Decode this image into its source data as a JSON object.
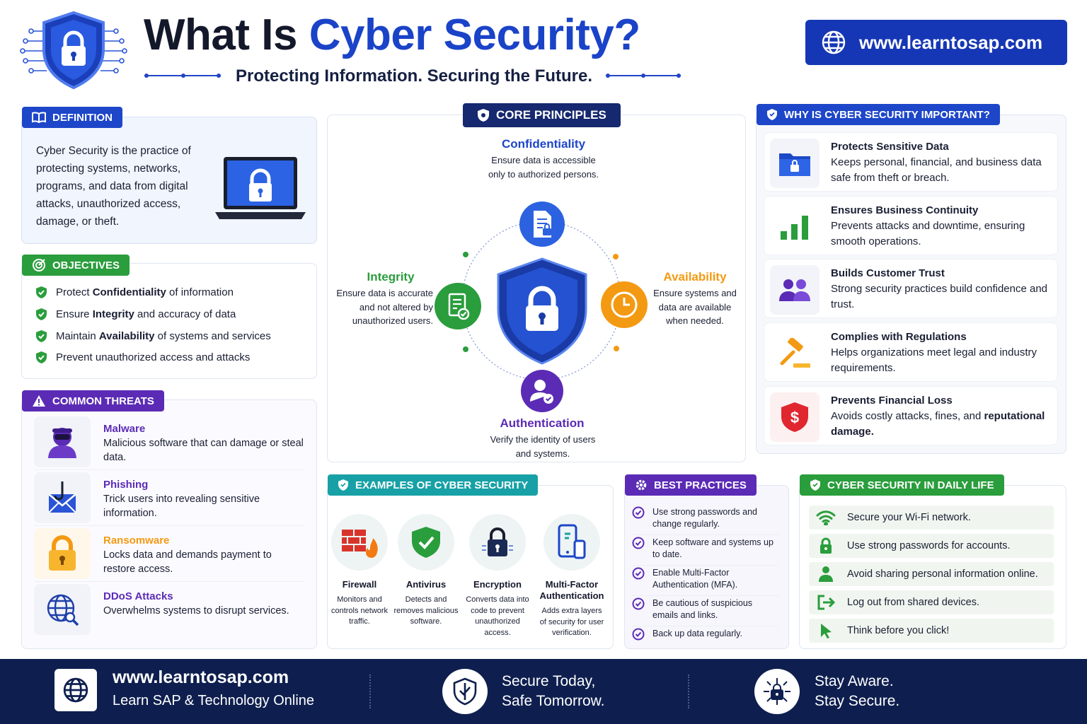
{
  "header": {
    "title_part1": "What Is ",
    "title_part2": "Cyber Security?",
    "subtitle": "Protecting Information. Securing the Future.",
    "url": "www.learntosap.com"
  },
  "definition": {
    "tag": "DEFINITION",
    "text": "Cyber Security is the practice of protecting systems, networks, programs, and data from digital attacks, unauthorized access, damage, or theft."
  },
  "objectives": {
    "tag": "OBJECTIVES",
    "items": [
      {
        "pre": "Protect ",
        "bold": "Confidentiality",
        "post": " of information"
      },
      {
        "pre": "Ensure ",
        "bold": "Integrity",
        "post": " and accuracy of data"
      },
      {
        "pre": "Maintain ",
        "bold": "Availability",
        "post": " of systems and services"
      },
      {
        "pre": "Prevent unauthorized access and attacks",
        "bold": "",
        "post": ""
      }
    ]
  },
  "threats": {
    "tag": "COMMON THREATS",
    "items": [
      {
        "title": "Malware",
        "desc": "Malicious software that can damage or steal data.",
        "color": "#5b2bb5"
      },
      {
        "title": "Phishing",
        "desc": "Trick users into revealing sensitive information.",
        "color": "#5b2bb5"
      },
      {
        "title": "Ransomware",
        "desc": "Locks data and demands payment to restore access.",
        "color": "#f39a12"
      },
      {
        "title": "DDoS Attacks",
        "desc": "Overwhelms systems to disrupt services.",
        "color": "#5b2bb5"
      }
    ]
  },
  "principles": {
    "tag": "CORE PRINCIPLES",
    "confidentiality": {
      "title": "Confidentiality",
      "desc": "Ensure data is accessible only to authorized persons."
    },
    "integrity": {
      "title": "Integrity",
      "desc": "Ensure data is accurate and not altered by unauthorized users."
    },
    "availability": {
      "title": "Availability",
      "desc": "Ensure systems and data are available when needed."
    },
    "authentication": {
      "title": "Authentication",
      "desc": "Verify the identity of users and systems."
    }
  },
  "importance": {
    "tag": "WHY IS CYBER SECURITY IMPORTANT?",
    "items": [
      {
        "title": "Protects Sensitive Data",
        "desc": "Keeps personal, financial, and business data safe from theft or breach."
      },
      {
        "title": "Ensures Business Continuity",
        "desc": "Prevents attacks and downtime, ensuring smooth operations."
      },
      {
        "title": "Builds Customer Trust",
        "desc": "Strong security practices build confidence and trust."
      },
      {
        "title": "Complies with Regulations",
        "desc": "Helps organizations meet legal and industry requirements."
      },
      {
        "title": "Prevents Financial Loss",
        "desc": "Avoids costly attacks, fines, and ",
        "desc_bold": "reputational damage."
      }
    ]
  },
  "examples": {
    "tag": "EXAMPLES OF CYBER SECURITY",
    "items": [
      {
        "title": "Firewall",
        "desc": "Monitors and controls network traffic."
      },
      {
        "title": "Antivirus",
        "desc": "Detects and removes malicious software."
      },
      {
        "title": "Encryption",
        "desc": "Converts data into code to prevent unauthorized access."
      },
      {
        "title": "Multi-Factor Authentication",
        "desc": "Adds extra layers of security for user verification."
      }
    ]
  },
  "best_practices": {
    "tag": "BEST PRACTICES",
    "items": [
      "Use strong passwords and change regularly.",
      "Keep software and systems up to date.",
      "Enable Multi-Factor Authentication (MFA).",
      "Be cautious of suspicious emails and links.",
      "Back up data regularly."
    ]
  },
  "daily_life": {
    "tag": "CYBER SECURITY IN DAILY LIFE",
    "items": [
      "Secure your Wi-Fi network.",
      "Use strong passwords for accounts.",
      "Avoid sharing personal information online.",
      "Log out from shared devices.",
      "Think before you click!"
    ]
  },
  "footer": {
    "url": "www.learntosap.com",
    "tagline": "Learn SAP & Technology Online",
    "slogan1_line1": "Secure Today,",
    "slogan1_line2": "Safe Tomorrow.",
    "slogan2_line1": "Stay Aware.",
    "slogan2_line2": "Stay Secure."
  },
  "colors": {
    "navy": "#0e1f4f",
    "blue": "#1a43c8",
    "green": "#2a9d3c",
    "purple": "#5b2bb5",
    "teal": "#17a1a6",
    "orange": "#f39a12"
  }
}
